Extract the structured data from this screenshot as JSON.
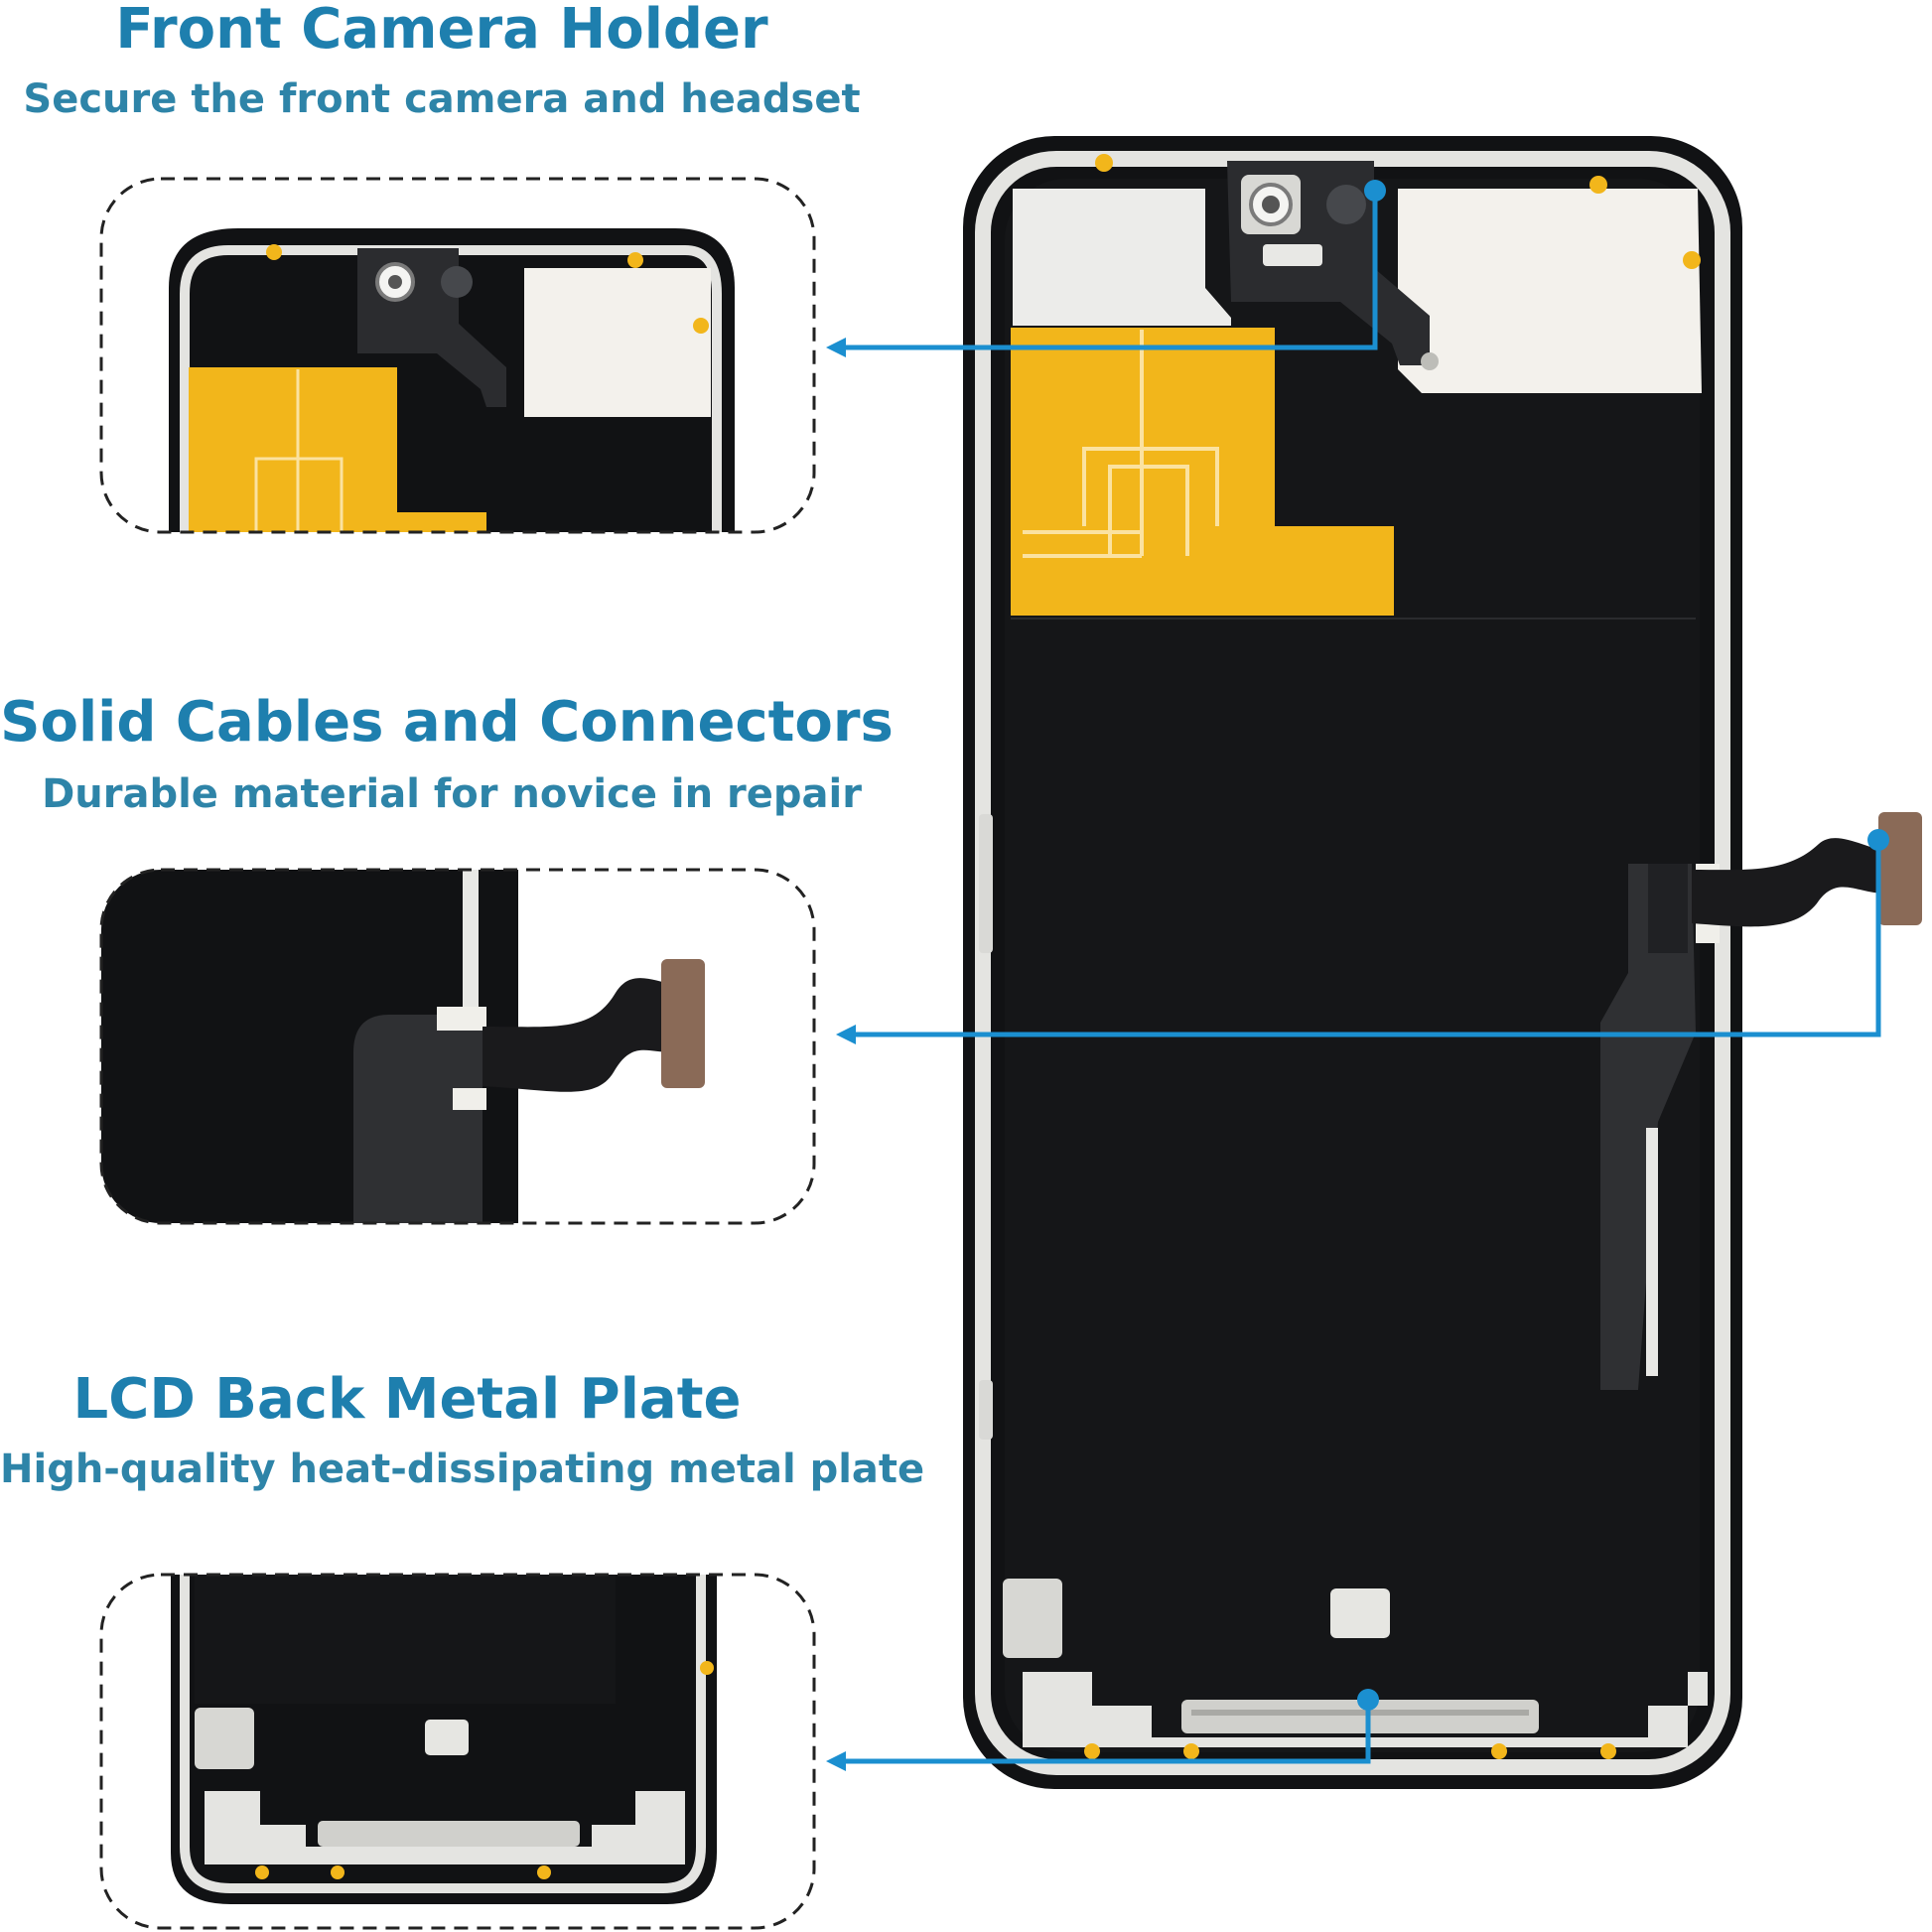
{
  "colors": {
    "title": "#1e7fae",
    "subtitle": "#2e84a8",
    "callout": "#1b8fd0",
    "panel": "#111214",
    "frame": "#e4e4e1",
    "shield": "#f3f1ec",
    "tape": "#f2b61b",
    "connector": "#8a6a57",
    "border_dash": "#222222"
  },
  "features": [
    {
      "title": "Front Camera Holder",
      "subtitle": "Secure the front camera and headset"
    },
    {
      "title": "Solid Cables and Connectors",
      "subtitle": "Durable material for novice in repair"
    },
    {
      "title": "LCD Back Metal Plate",
      "subtitle": "High-quality heat-dissipating metal plate"
    }
  ],
  "icons": {
    "callout_dot": "callout-dot-icon",
    "callout_arrow": "arrowhead-icon"
  }
}
